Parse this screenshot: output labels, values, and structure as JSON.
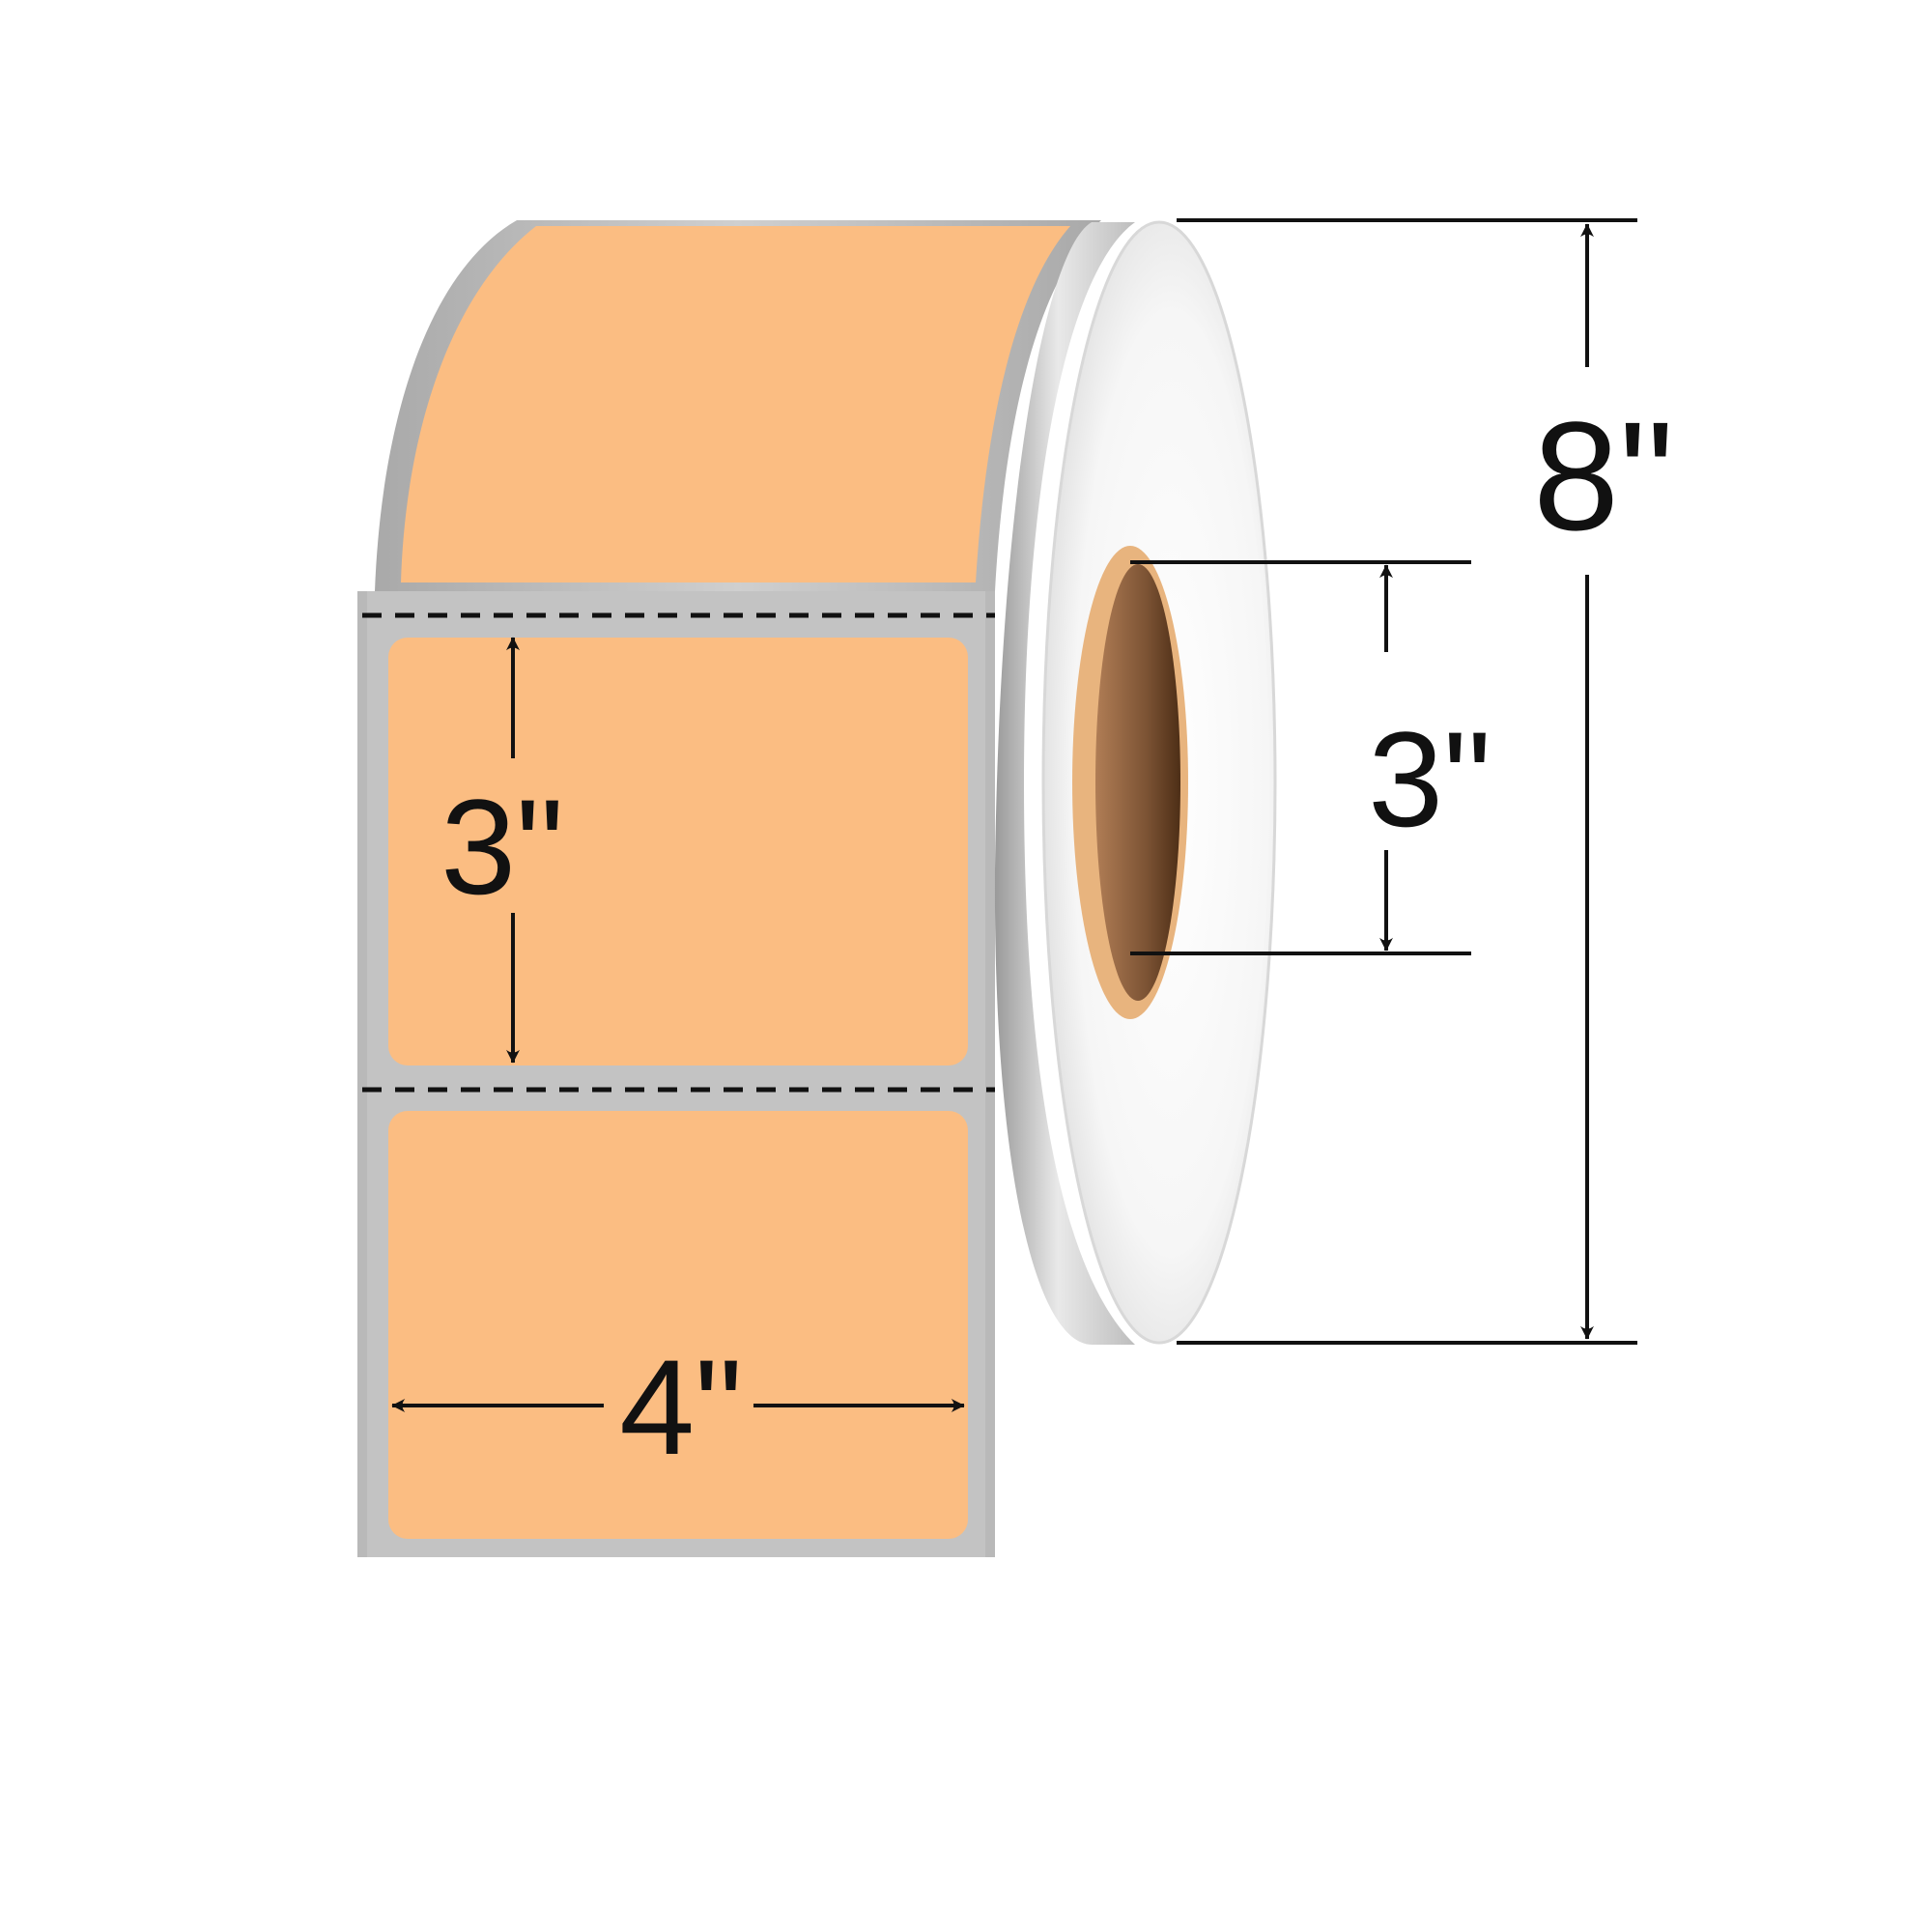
{
  "dimensions": {
    "label_height": "3\"",
    "label_width": "4\"",
    "core_diameter": "3\"",
    "roll_diameter": "8\""
  },
  "colors": {
    "label": "#fbbd82",
    "liner": "#b9b9b9",
    "core_outer": "#e8b47e",
    "core_inner": "#6d4527",
    "dimension_line": "#111111"
  }
}
